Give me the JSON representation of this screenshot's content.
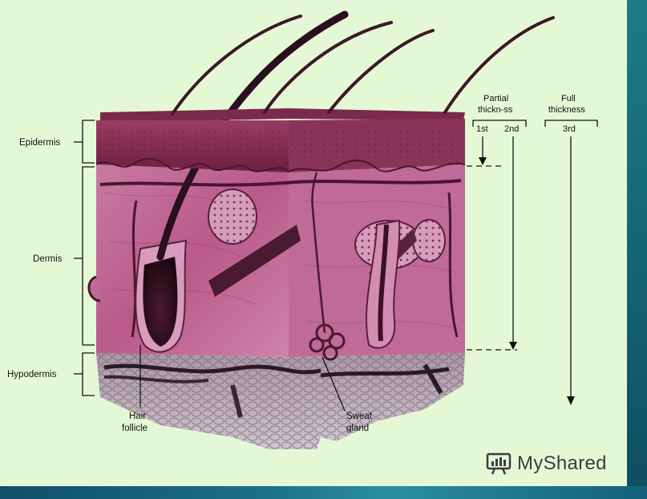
{
  "labels": {
    "epidermis": "Epidermis",
    "dermis": "Dermis",
    "hypodermis": "Hypodermis",
    "hair_follicle_line1": "Hair",
    "hair_follicle_line2": "follicle",
    "sweat_gland_line1": "Sweat",
    "sweat_gland_line2": "gland"
  },
  "depth_scale": {
    "partial_line1": "Partial",
    "partial_line2": "thickn-ss",
    "first": "1st",
    "second": "2nd",
    "full_line1": "Full",
    "full_line2": "thickness",
    "third": "3rd"
  },
  "watermark": {
    "text": "MyShared",
    "icon": "presentation-board-icon"
  },
  "colors": {
    "background": "#e4f8d6",
    "epidermis": "#8a2f52",
    "dermis": "#c46a98",
    "hypodermis": "#b7a7b4",
    "hair": "#2a0f1c"
  }
}
